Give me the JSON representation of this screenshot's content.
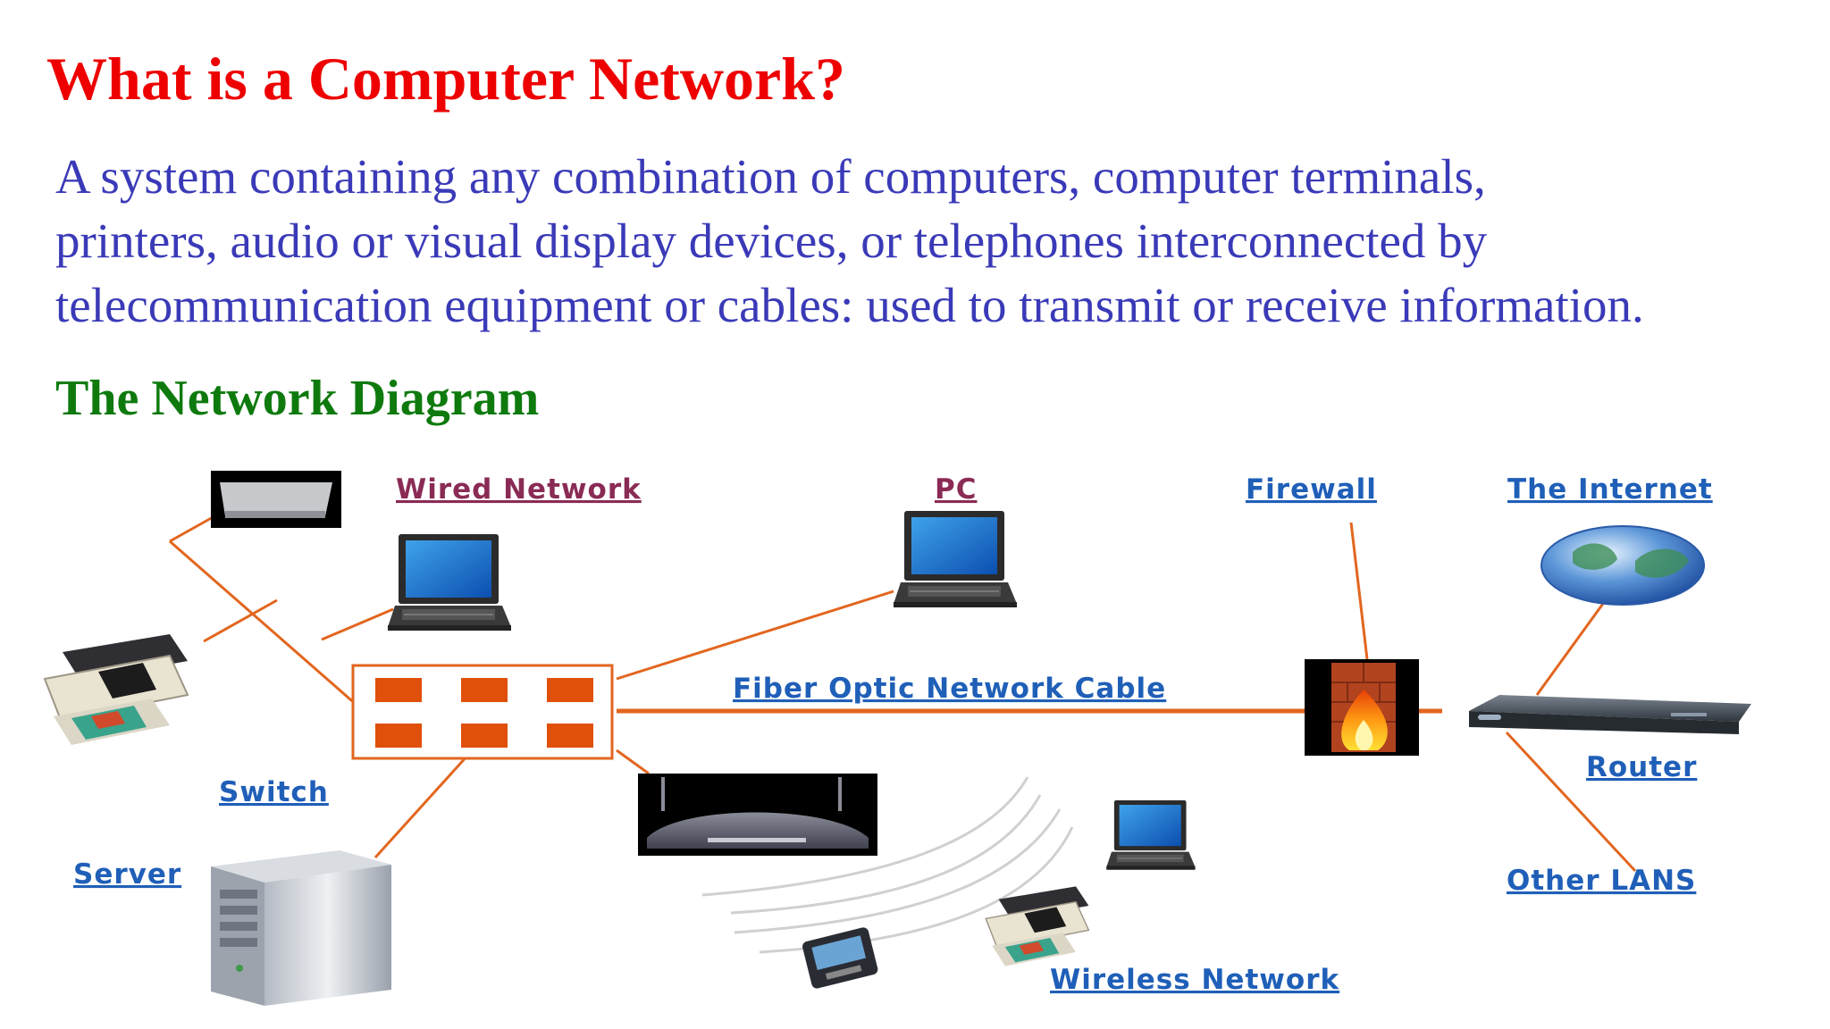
{
  "title": "What is a Computer Network?",
  "definition": [
    "A system containing any combination of computers, computer terminals,",
    "printers, audio or visual display devices, or telephones interconnected by",
    "telecommunication equipment or cables: used to transmit or receive information."
  ],
  "subtitle": "The Network Diagram",
  "labels": {
    "wired_network": "Wired Network",
    "pc": "PC",
    "firewall": "Firewall",
    "internet": "The Internet",
    "fiber_cable": "Fiber Optic Network Cable",
    "switch": "Switch",
    "server": "Server",
    "router": "Router",
    "other_lans": "Other LANS",
    "wireless_network": "Wireless Network"
  },
  "colors": {
    "title": "#ee0000",
    "definition": "#3a3ab8",
    "subtitle": "#0e7a0e",
    "link": "#1f5fb8",
    "visited_link": "#8a2b55",
    "cable": "#e2661f",
    "switch_port": "#e0500a"
  },
  "icons": {
    "modem": "modem-icon",
    "printer": "printer-icon",
    "laptop": "laptop-icon",
    "server": "server-tower-icon",
    "wireless_router": "wireless-access-point-icon",
    "firewall": "firewall-icon",
    "globe": "globe-icon",
    "router": "router-icon",
    "pda": "pda-icon"
  }
}
